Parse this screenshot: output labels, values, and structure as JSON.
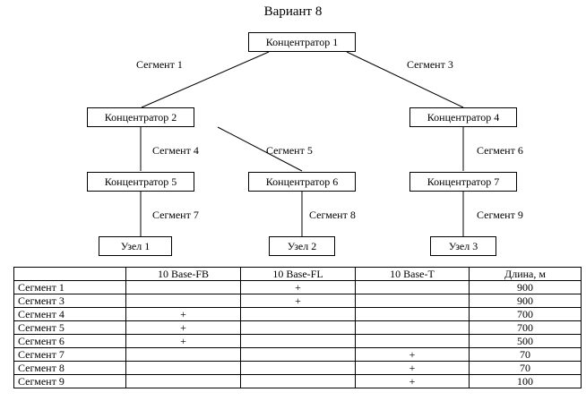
{
  "title": "Вариант 8",
  "nodes": {
    "k1": "Концентратор 1",
    "k2": "Концентратор 2",
    "k4": "Концентратор 4",
    "k5": "Концентратор 5",
    "k6": "Концентратор 6",
    "k7": "Концентратор 7",
    "u1": "Узел 1",
    "u2": "Узел 2",
    "u3": "Узел 3"
  },
  "segments": {
    "s1": "Сегмент 1",
    "s3": "Сегмент 3",
    "s4": "Сегмент 4",
    "s5": "Сегмент 5",
    "s6": "Сегмент 6",
    "s7": "Сегмент 7",
    "s8": "Сегмент 8",
    "s9": "Сегмент 9"
  },
  "table": {
    "headers": [
      "",
      "10 Base-FB",
      "10 Base-FL",
      "10 Base-T",
      "Длина, м"
    ],
    "rows": [
      [
        "Сегмент 1",
        "",
        "+",
        "",
        "900"
      ],
      [
        "Сегмент 3",
        "",
        "+",
        "",
        "900"
      ],
      [
        "Сегмент 4",
        "+",
        "",
        "",
        "700"
      ],
      [
        "Сегмент 5",
        "+",
        "",
        "",
        "700"
      ],
      [
        "Сегмент 6",
        "+",
        "",
        "",
        "500"
      ],
      [
        "Сегмент 7",
        "",
        "",
        "+",
        "70"
      ],
      [
        "Сегмент 8",
        "",
        "",
        "+",
        "70"
      ],
      [
        "Сегмент 9",
        "",
        "",
        "+",
        "100"
      ]
    ]
  }
}
